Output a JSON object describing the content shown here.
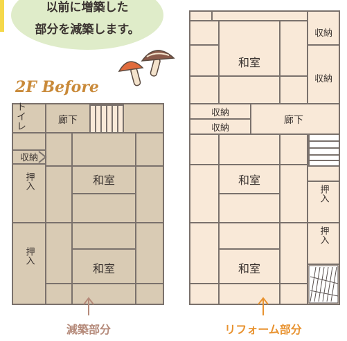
{
  "bubble": {
    "line1": "以前に増築した",
    "line2": "部分を減築します。"
  },
  "before": {
    "heading": "2F Before",
    "toilet": "トイレ",
    "corridor": "廊下",
    "storage": "収納",
    "oshiire_top": "押入",
    "oshiire_bottom": "押入",
    "room_top": "和室",
    "room_bottom": "和室",
    "caption": "減築部分"
  },
  "after": {
    "storage_top1": "収納",
    "storage_top2": "収納",
    "room_top": "和室",
    "storage_mid1": "収納",
    "storage_mid2": "収納",
    "corridor": "廊下",
    "room_mid": "和室",
    "oshiire_1": "押入",
    "oshiire_2": "押入",
    "room_bottom": "和室",
    "caption": "リフォーム部分"
  },
  "colors": {
    "bubble": "#dfecc9",
    "before_fill": "#d9cbb4",
    "after_fill": "#f9e9d8",
    "line": "#7a716c",
    "heading": "#c98a3a",
    "caption_before": "#b58a7a",
    "caption_after": "#e8922f",
    "accent_yellow": "#f5d84a",
    "mushroom_red": "#e06b3c",
    "mushroom_brown": "#8a5a4a"
  }
}
